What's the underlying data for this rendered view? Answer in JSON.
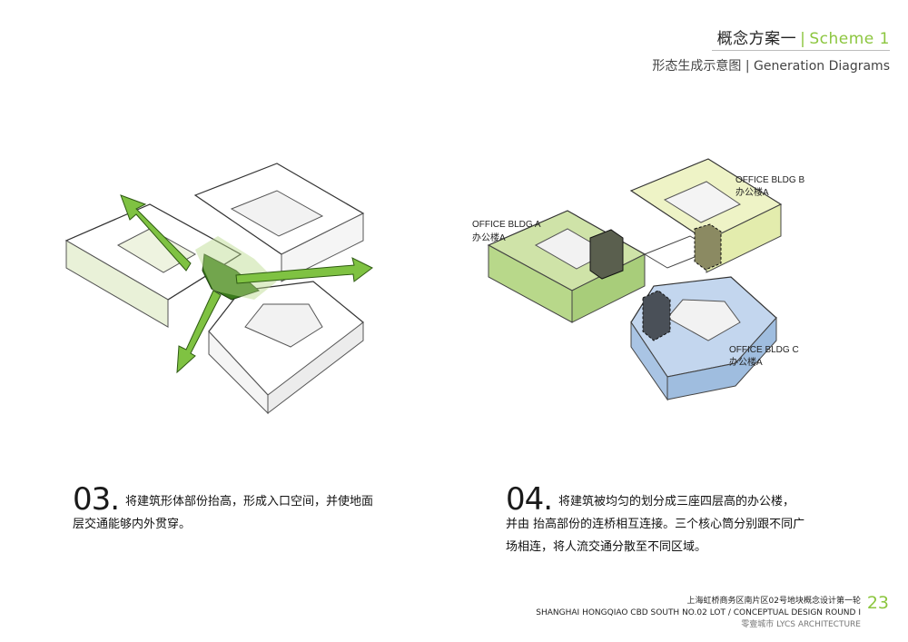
{
  "header": {
    "title_cn": "概念方案一",
    "separator": "|",
    "title_en": "Scheme 1",
    "subtitle": "形态生成示意图 | Generation Diagrams"
  },
  "diagram1": {},
  "diagram2": {
    "labels": {
      "a_en": "OFFICE BLDG A",
      "a_cn": "办公楼A",
      "b_en": "OFFICE BLDG B",
      "b_cn": "办公楼A",
      "c_en": "OFFICE BLDG C",
      "c_cn": "办公楼A"
    }
  },
  "captions": [
    {
      "number": "03.",
      "text": "将建筑形体部份抬高，形成入口空间，并使地面层交通能够内外贯穿。"
    },
    {
      "number": "04.",
      "text": "将建筑被均匀的划分成三座四层高的办公楼，并由 抬高部份的连桥相互连接。三个核心筒分别跟不同广场相连，将人流交通分散至不同区域。"
    }
  ],
  "footer": {
    "line1": "上海虹桥商务区南片区02号地块概念设计第一轮",
    "line2": "SHANGHAI HONGQIAO CBD SOUTH NO.02 LOT / CONCEPTUAL DESIGN ROUND I",
    "line3": "零壹城市  LYCS ARCHITECTURE",
    "page": "23"
  },
  "colors": {
    "accent": "#8cc63f",
    "bldg_a": "#b8d88a",
    "bldg_b": "#e3ecad",
    "bldg_c": "#a9c4e4",
    "core": "#5a5f4e"
  },
  "icons": [
    "arrow-nw-icon",
    "arrow-e-icon",
    "arrow-sw-icon"
  ]
}
